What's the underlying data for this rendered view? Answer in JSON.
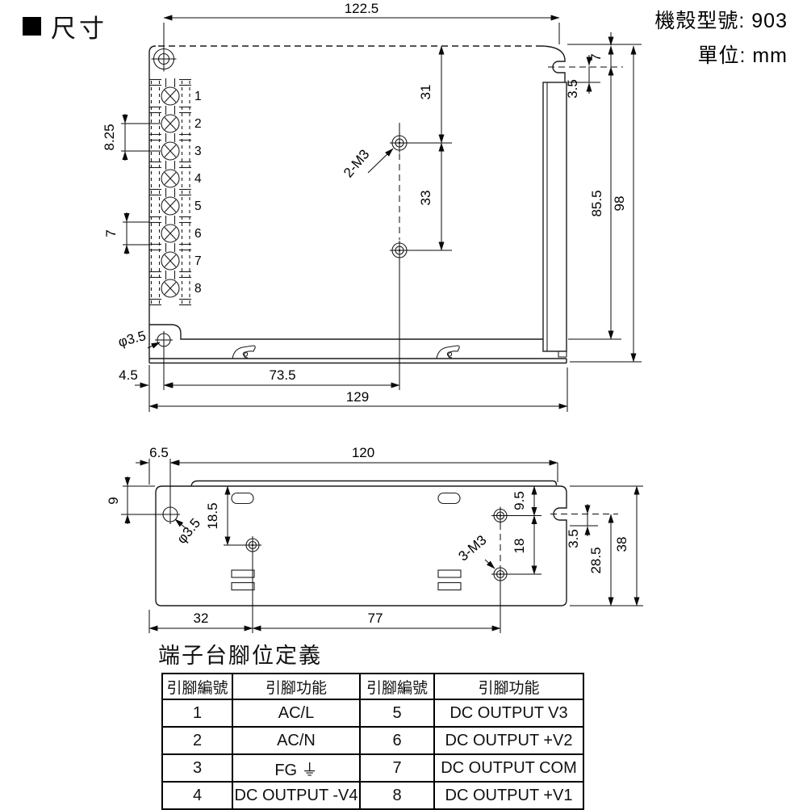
{
  "page": {
    "section_title": "尺寸",
    "model": "機殼型號: 903",
    "unit": "單位: mm"
  },
  "top_view": {
    "dims": {
      "top_width": "122.5",
      "notch_from_top": "7",
      "notch_radius": "3.5",
      "hole1_from_top": "31",
      "hole_spacing": "33",
      "body_height": "85.5",
      "total_height": "98",
      "pin_pitch_wide": "8.25",
      "pin_pitch": "7",
      "thread_label": "2-M3",
      "corner_hole": "φ3.5",
      "hole_offset": "4.5",
      "hole_span": "73.5",
      "total_width": "129"
    },
    "pins": [
      "1",
      "2",
      "3",
      "4",
      "5",
      "6",
      "7",
      "8"
    ]
  },
  "bottom_view": {
    "dims": {
      "hole_offset_x": "6.5",
      "top_width": "120",
      "hole_offset_y": "9",
      "screw_from_top": "18.5",
      "corner_hole": "φ3.5",
      "screw_top": "9.5",
      "screw_spacing": "18",
      "thread_label": "3-M3",
      "notch_radius": "3.5",
      "notch_to_bottom": "28.5",
      "height": "38",
      "screw_x": "32",
      "screw_dx": "77"
    }
  },
  "table": {
    "title": "端子台腳位定義",
    "headers": [
      "引腳編號",
      "引腳功能",
      "引腳編號",
      "引腳功能"
    ],
    "rows": [
      [
        "1",
        "AC/L",
        "5",
        "DC OUTPUT V3"
      ],
      [
        "2",
        "AC/N",
        "6",
        "DC OUTPUT +V2"
      ],
      [
        "3",
        "FG ⏚",
        "7",
        "DC OUTPUT COM"
      ],
      [
        "4",
        "DC OUTPUT -V4",
        "8",
        "DC OUTPUT +V1"
      ]
    ]
  }
}
